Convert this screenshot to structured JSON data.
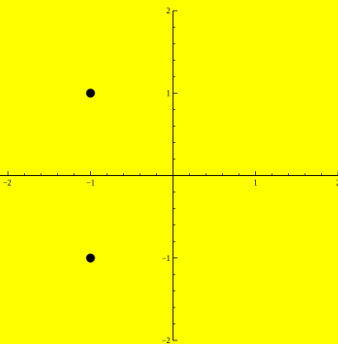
{
  "chart_data": {
    "type": "scatter",
    "title": "",
    "xlabel": "",
    "ylabel": "",
    "xlim": [
      -2,
      2
    ],
    "ylim": [
      -2,
      2
    ],
    "grid": false,
    "legend": "none",
    "x_ticks": [
      {
        "value": -2,
        "label": "−2"
      },
      {
        "value": -1,
        "label": "−1"
      },
      {
        "value": 1,
        "label": "1"
      },
      {
        "value": 2,
        "label": "2"
      }
    ],
    "y_ticks": [
      {
        "value": -2,
        "label": "−2"
      },
      {
        "value": -1,
        "label": "−1"
      },
      {
        "value": 1,
        "label": "1"
      },
      {
        "value": 2,
        "label": "2"
      }
    ],
    "minor_ticks_per_unit": 5,
    "points": [
      {
        "x": -1,
        "y": 1
      },
      {
        "x": -1,
        "y": -1
      }
    ],
    "background_color": "#ffff00",
    "axis_color": "#000000",
    "point_color": "#000000"
  }
}
